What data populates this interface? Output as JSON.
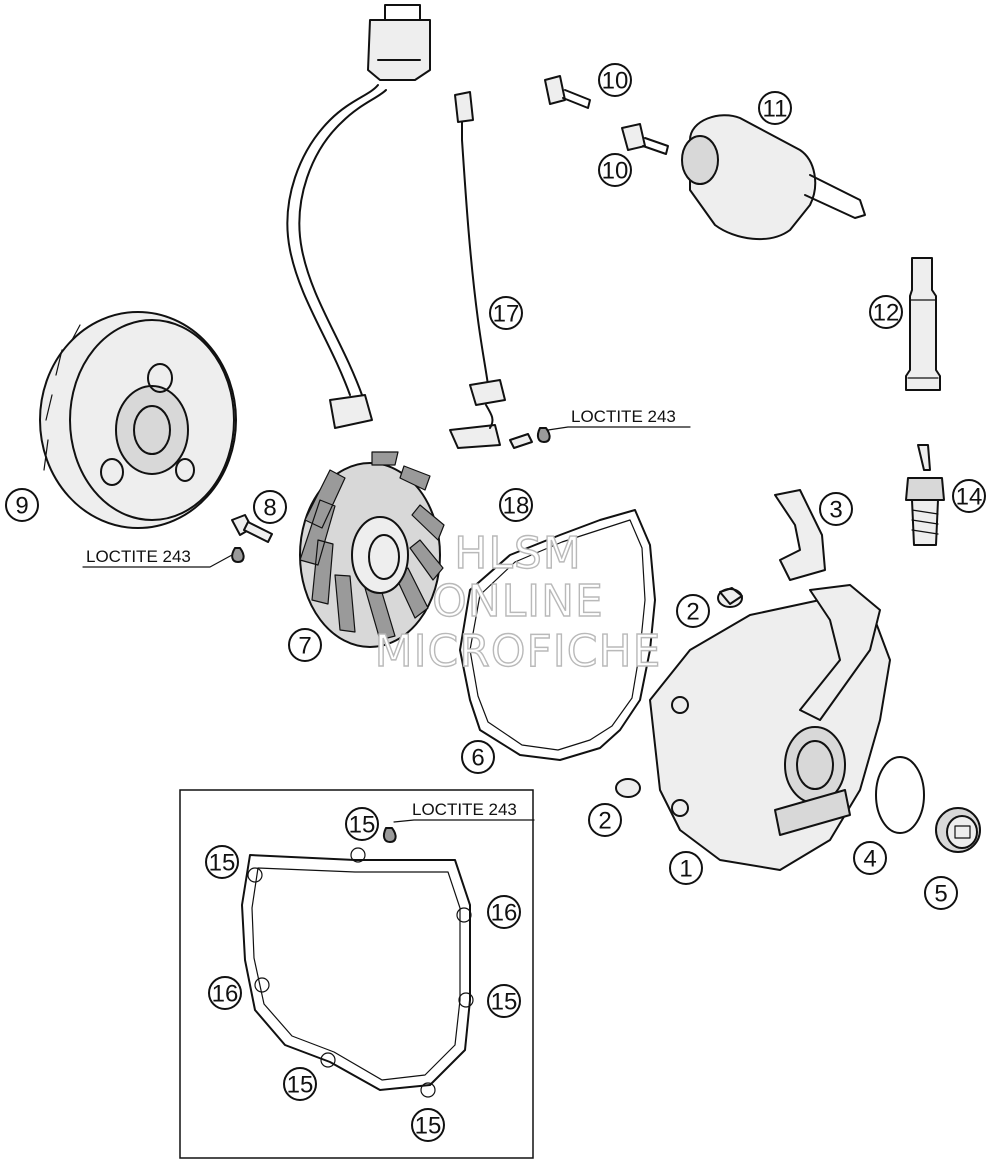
{
  "callouts": {
    "c1": "1",
    "c2a": "2",
    "c2b": "2",
    "c3": "3",
    "c4": "4",
    "c5": "5",
    "c6": "6",
    "c7": "7",
    "c8": "8",
    "c9": "9",
    "c10a": "10",
    "c10b": "10",
    "c11": "11",
    "c12": "12",
    "c14": "14",
    "c15a": "15",
    "c15b": "15",
    "c15c": "15",
    "c15d": "15",
    "c15e": "15",
    "c16a": "16",
    "c16b": "16",
    "c17": "17",
    "c18": "18"
  },
  "loctite": {
    "label_a": "LOCTITE 243",
    "label_b": "LOCTITE 243",
    "label_c": "LOCTITE 243"
  },
  "watermark": {
    "line1": "HLSM",
    "line2": "ONLINE",
    "line3": "MICROFICHE"
  }
}
